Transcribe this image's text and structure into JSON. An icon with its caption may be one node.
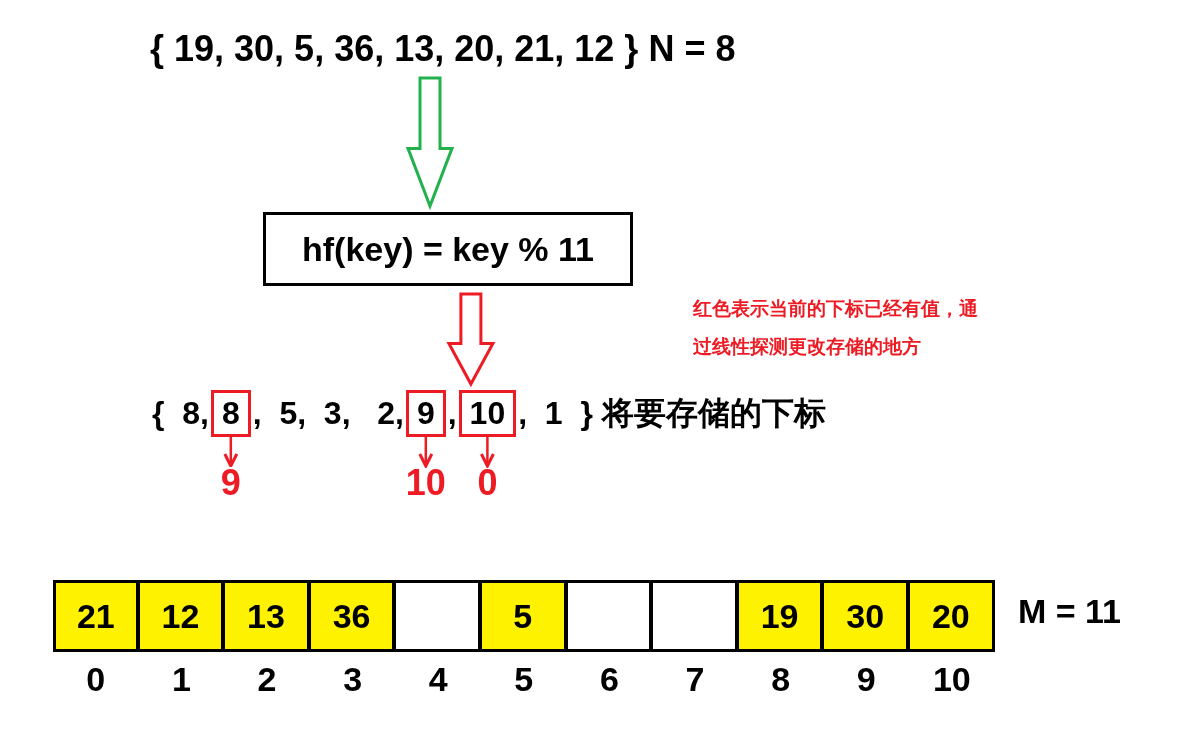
{
  "diagram": {
    "nodes": [
      {
        "text": [
          "{ 19, 30, 5, 36, 13, 20, 21, 12 } N = 8"
        ]
      },
      {
        "text": [
          "hf(key) = key % 11"
        ]
      },
      {
        "text": [
          "{  8,",
          ",  5,  3,   2,",
          ",",
          ",  1  }"
        ],
        "beside": [
          "将要存储的下标"
        ]
      },
      {
        "text": [
          "8"
        ],
        "in": 2
      },
      {
        "text": [
          "9"
        ],
        "in": 2
      },
      {
        "text": [
          "10"
        ],
        "in": 2
      },
      {
        "text": [
          "9"
        ]
      },
      {
        "text": [
          "10"
        ]
      },
      {
        "text": [
          "0"
        ]
      },
      {
        "text": [
          "21"
        ]
      },
      {
        "text": [
          "12"
        ]
      },
      {
        "text": [
          "13"
        ]
      },
      {
        "text": [
          "36"
        ]
      },
      {
        "text": [],
        "shape": "box"
      },
      {
        "text": [
          "5"
        ]
      },
      {
        "text": [],
        "shape": "box"
      },
      {
        "text": [],
        "shape": "box"
      },
      {
        "text": [
          "19"
        ]
      },
      {
        "text": [
          "30"
        ]
      },
      {
        "text": [
          "20"
        ]
      }
    ],
    "edges": [
      {
        "from": 0,
        "to": 1,
        "arrow": "to",
        "style": "thick",
        "color": "#22b14c"
      },
      {
        "from": 1,
        "to": 2,
        "arrow": "to",
        "style": "thick"
      },
      {
        "from": 3,
        "to": 6,
        "arrow": "to"
      },
      {
        "from": 4,
        "to": 7,
        "arrow": "to"
      },
      {
        "from": 5,
        "to": 8,
        "arrow": "to"
      }
    ],
    "labels": [
      "红色表示当前的下标已经有值，通过线性探测更改存储的地方",
      "M = 11",
      "0",
      "1",
      "2",
      "3",
      "4",
      "5",
      "6",
      "7",
      "8",
      "9",
      "10"
    ]
  }
}
